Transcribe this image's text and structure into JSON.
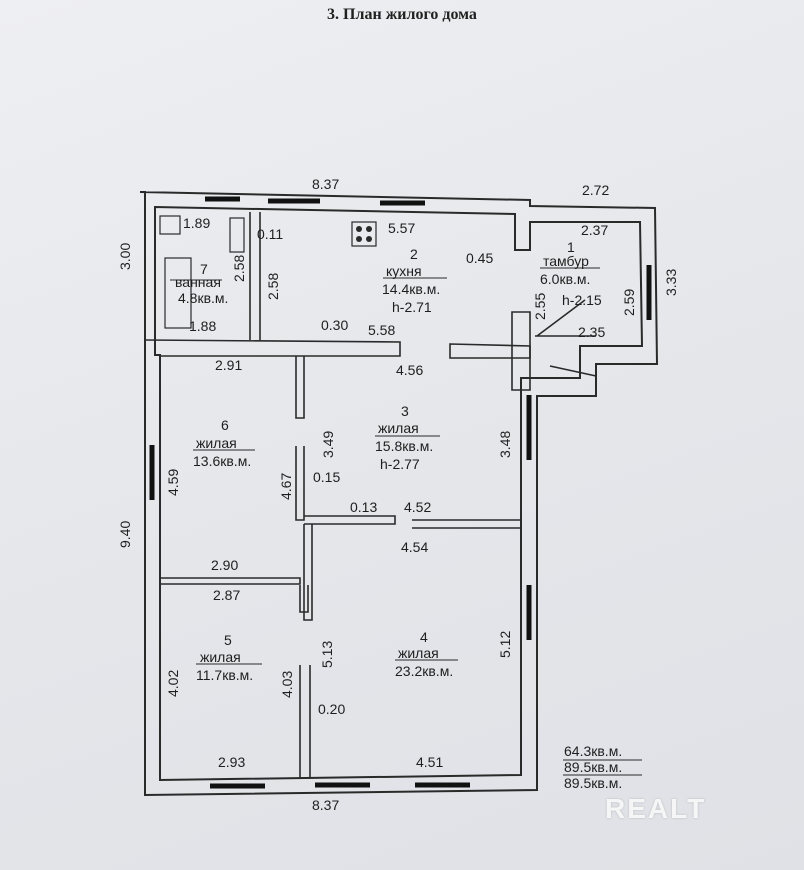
{
  "document": {
    "title": "3. План жилого дома",
    "watermark": "REALT"
  },
  "dimensions": {
    "top_total": "8.37",
    "top_right": "2.72",
    "left_top": "3.00",
    "left_total": "9.40",
    "right_vestibule": "3.33",
    "bottom_total": "8.37",
    "bath_top": "1.89",
    "bath_mid": "0.11",
    "bath_inner_a": "2.58",
    "bath_inner_b": "2.58",
    "bath_bottom": "1.88",
    "kitchen_top": "5.57",
    "kitchen_bottom": "5.58",
    "kitchen_wall": "0.30",
    "kitchen_door": "0.45",
    "vest_top": "2.37",
    "vest_left": "2.55",
    "vest_right": "2.59",
    "vest_stair": "2.35",
    "r6_top": "2.91",
    "r6_bottom": "2.90",
    "r6_left": "4.59",
    "r6_right": "4.67",
    "r3_top": "4.56",
    "r3_left": "3.49",
    "r3_right": "3.48",
    "r3_wall_a": "0.15",
    "r3_wall_b": "0.13",
    "r3_bottom": "4.52",
    "r4_top": "4.54",
    "r4_left": "5.13",
    "r4_right": "5.12",
    "r4_wall": "0.20",
    "r4_bottom": "4.51",
    "r5_top": "2.87",
    "r5_left": "4.02",
    "r5_right": "4.03",
    "r5_bottom": "2.93"
  },
  "rooms": [
    {
      "id": "1",
      "name": "тамбур",
      "area": "6.0кв.м.",
      "height": "h-2.15"
    },
    {
      "id": "2",
      "name": "кухня",
      "area": "14.4кв.м.",
      "height": "h-2.71"
    },
    {
      "id": "3",
      "name": "жилая",
      "area": "15.8кв.м.",
      "height": "h-2.77"
    },
    {
      "id": "4",
      "name": "жилая",
      "area": "23.2кв.м.",
      "height": ""
    },
    {
      "id": "5",
      "name": "жилая",
      "area": "11.7кв.м.",
      "height": ""
    },
    {
      "id": "6",
      "name": "жилая",
      "area": "13.6кв.м.",
      "height": ""
    },
    {
      "id": "7",
      "name": "ванная",
      "area": "4.8кв.м.",
      "height": ""
    }
  ],
  "totals": [
    "64.3кв.м.",
    "89.5кв.м.",
    "89.5кв.м."
  ]
}
